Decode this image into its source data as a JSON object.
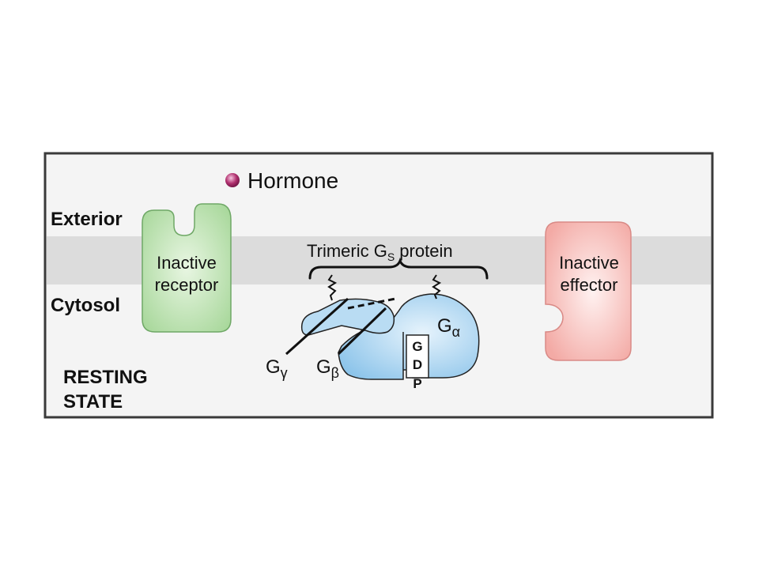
{
  "labels": {
    "hormone": "Hormone",
    "exterior": "Exterior",
    "cytosol": "Cytosol",
    "receptor_line1": "Inactive",
    "receptor_line2": "receptor",
    "effector_line1": "Inactive",
    "effector_line2": "effector",
    "trimeric_main": "Trimeric G",
    "trimeric_sub": "S",
    "trimeric_tail": " protein",
    "g_gamma": "G",
    "g_gamma_sub": "γ",
    "g_beta": "G",
    "g_beta_sub": "β",
    "g_alpha": "G",
    "g_alpha_sub": "α",
    "gdp_g": "G",
    "gdp_d": "D",
    "gdp_p": "P",
    "state_line1": "RESTING",
    "state_line2": "STATE"
  },
  "colors": {
    "membrane": "#dcdcdc",
    "receptor_fill": "#bfe3b4",
    "receptor_edge": "#6fa866",
    "effector_fill": "#f7c3c0",
    "effector_edge": "#d98a86",
    "gprotein_fill": "#a9d3f0",
    "gprotein_edge": "#222222",
    "hormone": "#b0306e",
    "frame": "#3a3a3a",
    "panel": "#f4f4f4"
  }
}
